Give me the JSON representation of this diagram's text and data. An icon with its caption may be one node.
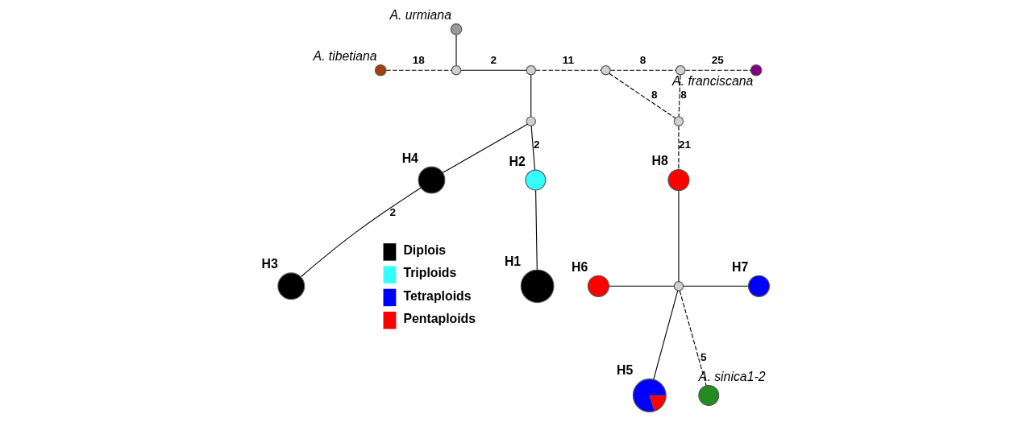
{
  "diagram": {
    "nodes": [
      {
        "text": [],
        "shape": "circle",
        "beside": [
          "A. tibetiana"
        ]
      },
      {
        "text": [],
        "shape": "circle",
        "beside": [
          "A. urmiana"
        ]
      },
      {
        "text": [],
        "shape": "circle"
      },
      {
        "text": [],
        "shape": "circle"
      },
      {
        "text": [],
        "shape": "circle"
      },
      {
        "text": [],
        "shape": "circle",
        "beside": [
          "H4"
        ]
      },
      {
        "text": [],
        "shape": "circle",
        "beside": [
          "H3"
        ]
      },
      {
        "text": [],
        "shape": "circle",
        "beside": [
          "H2"
        ]
      },
      {
        "text": [],
        "shape": "circle",
        "beside": [
          "H1"
        ]
      },
      {
        "text": [],
        "shape": "circle"
      },
      {
        "text": [],
        "shape": "circle"
      },
      {
        "text": [],
        "shape": "circle"
      },
      {
        "text": [],
        "shape": "circle",
        "beside": [
          "A. franciscana"
        ]
      },
      {
        "text": [],
        "shape": "circle",
        "beside": [
          "H8"
        ]
      },
      {
        "text": [],
        "shape": "circle"
      },
      {
        "text": [],
        "shape": "circle",
        "beside": [
          "H6"
        ]
      },
      {
        "text": [],
        "shape": "circle",
        "beside": [
          "H7"
        ]
      },
      {
        "text": [],
        "shape": "circle",
        "beside": [
          "H5"
        ]
      },
      {
        "text": [],
        "shape": "circle",
        "beside": [
          "A. sinica1-2"
        ]
      }
    ],
    "edges": [
      {
        "from": 0,
        "to": 2,
        "arrow": "none",
        "label": "18",
        "style": "dashed"
      },
      {
        "from": 1,
        "to": 2,
        "arrow": "none"
      },
      {
        "from": 2,
        "to": 3,
        "arrow": "none",
        "label": "2"
      },
      {
        "from": 3,
        "to": 9,
        "arrow": "none",
        "label": "11",
        "style": "dashed"
      },
      {
        "from": 9,
        "to": 10,
        "arrow": "none",
        "label": "8",
        "style": "dashed"
      },
      {
        "from": 10,
        "to": 12,
        "arrow": "none",
        "label": "25",
        "style": "dashed"
      },
      {
        "from": 9,
        "to": 11,
        "arrow": "none",
        "label": "8",
        "style": "dashed"
      },
      {
        "from": 10,
        "to": 11,
        "arrow": "none",
        "label": "8",
        "style": "dashed"
      },
      {
        "from": 11,
        "to": 13,
        "arrow": "none",
        "label": "21",
        "style": "dashed"
      },
      {
        "from": 3,
        "to": 4,
        "arrow": "none"
      },
      {
        "from": 4,
        "to": 5,
        "arrow": "none"
      },
      {
        "from": 5,
        "to": 6,
        "arrow": "none",
        "label": "2"
      },
      {
        "from": 4,
        "to": 7,
        "arrow": "none",
        "label": "2"
      },
      {
        "from": 7,
        "to": 8,
        "arrow": "none"
      },
      {
        "from": 13,
        "to": 14,
        "arrow": "none"
      },
      {
        "from": 15,
        "to": 14,
        "arrow": "none"
      },
      {
        "from": 14,
        "to": 16,
        "arrow": "none"
      },
      {
        "from": 14,
        "to": 17,
        "arrow": "none"
      },
      {
        "from": 14,
        "to": 18,
        "arrow": "none",
        "label": "5",
        "style": "dashed"
      }
    ],
    "legend": [
      {
        "text": "Diplois",
        "color": "#000000"
      },
      {
        "text": "Triploids",
        "color": "#33ffff"
      },
      {
        "text": "Tetraploids",
        "color": "#0000ff"
      },
      {
        "text": "Pentaploids",
        "color": "#ff0000"
      }
    ]
  }
}
